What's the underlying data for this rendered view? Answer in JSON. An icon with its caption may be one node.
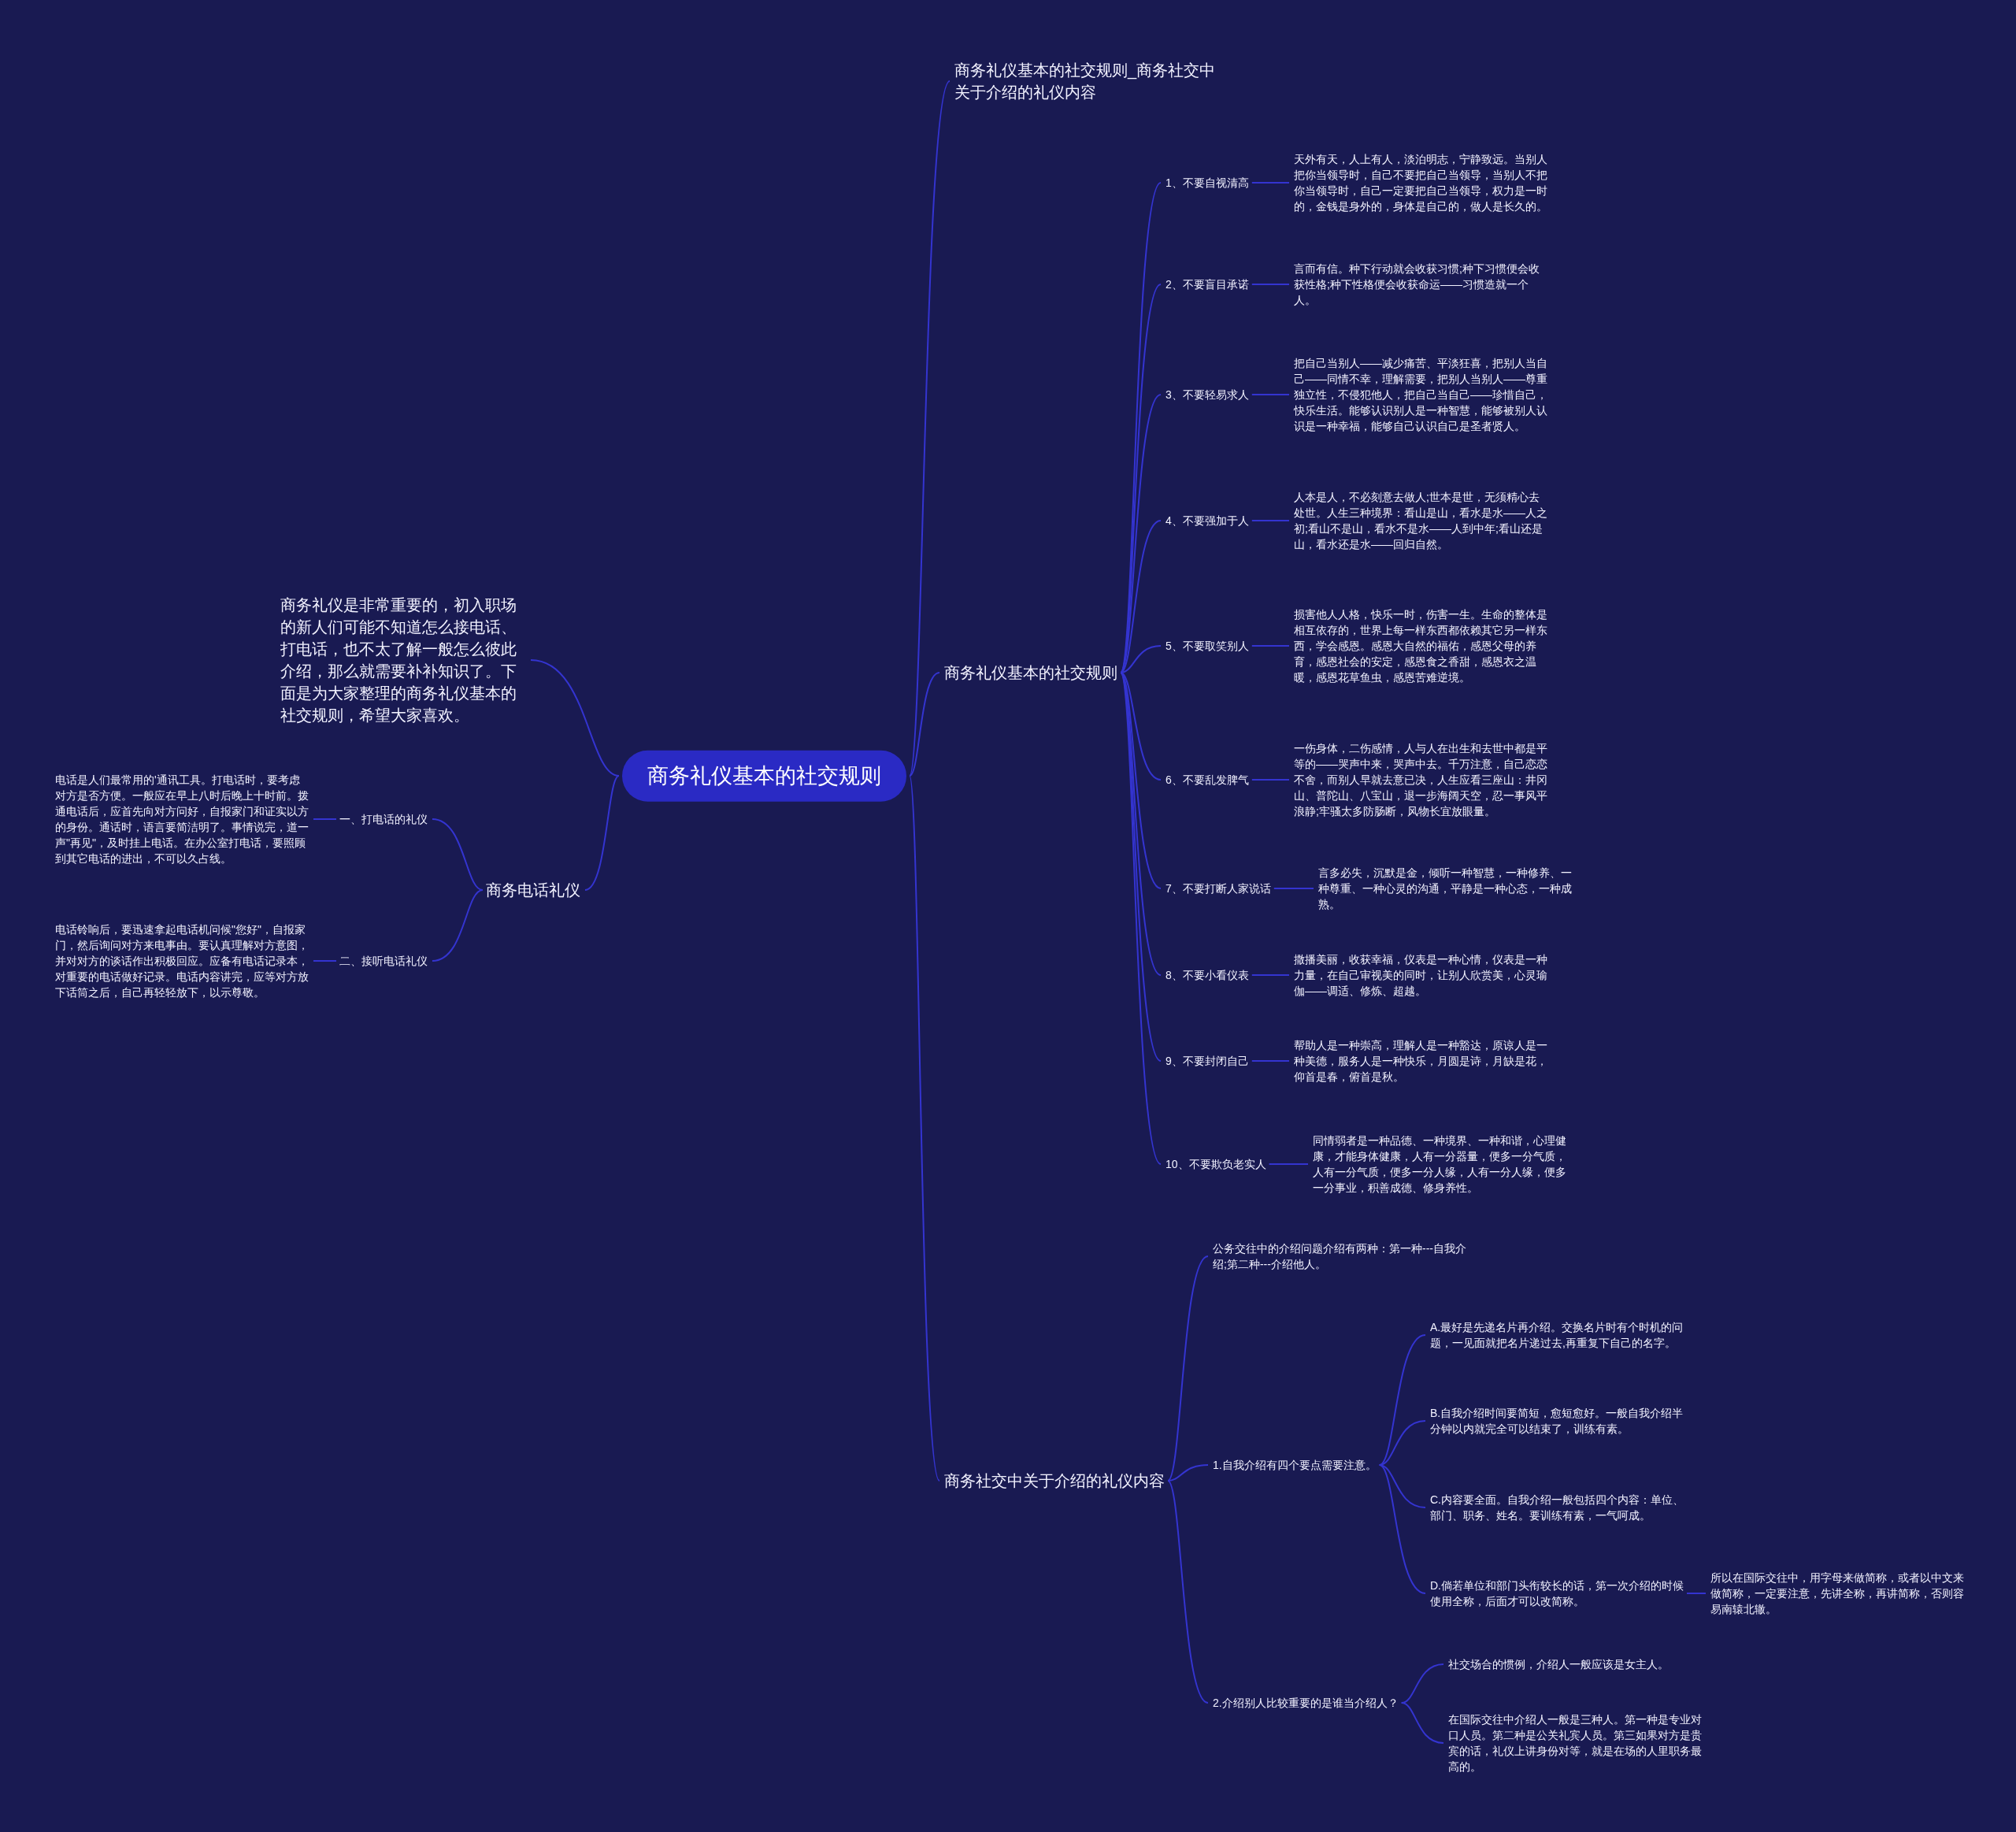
{
  "diagram": {
    "nodes": [
      {
        "text": [
          "商务礼仪基本的社交规则"
        ]
      },
      {
        "text": [
          "商务礼仪基本的社交规则_商务社交中关于介绍的礼仪内容"
        ]
      },
      {
        "text": [
          "商务礼仪是非常重要的，初入职场的新人们可能不知道怎么接电话、打电话，也不太了解一般怎么彼此介绍，那么就需要补补知识了。下面是为大家整理的商务礼仪基本的社交规则，希望大家喜欢。"
        ]
      },
      {
        "text": [
          "商务礼仪基本的社交规则"
        ]
      },
      {
        "text": [
          "1、不要自视清高"
        ]
      },
      {
        "text": [
          "天外有天，人上有人，淡泊明志，宁静致远。当别人把你当领导时，自己不要把自己当领导，当别人不把你当领导时，自己一定要把自己当领导，权力是一时的，金钱是身外的，身体是自己的，做人是长久的。"
        ]
      },
      {
        "text": [
          "2、不要盲目承诺"
        ]
      },
      {
        "text": [
          "言而有信。种下行动就会收获习惯;种下习惯便会收获性格;种下性格便会收获命运——习惯造就一个人。"
        ]
      },
      {
        "text": [
          "3、不要轻易求人"
        ]
      },
      {
        "text": [
          "把自己当别人——减少痛苦、平淡狂喜，把别人当自己——同情不幸，理解需要，把别人当别人——尊重独立性，不侵犯他人，把自己当自己——珍惜自己，快乐生活。能够认识别人是一种智慧，能够被别人认识是一种幸福，能够自己认识自己是圣者贤人。"
        ]
      },
      {
        "text": [
          "4、不要强加于人"
        ]
      },
      {
        "text": [
          "人本是人，不必刻意去做人;世本是世，无须精心去处世。人生三种境界：看山是山，看水是水——人之初;看山不是山，看水不是水——人到中年;看山还是山，看水还是水——回归自然。"
        ]
      },
      {
        "text": [
          "5、不要取笑别人"
        ]
      },
      {
        "text": [
          "损害他人人格，快乐一时，伤害一生。生命的整体是相互依存的，世界上每一样东西都依赖其它另一样东西，学会感恩。感恩大自然的福佑，感恩父母的养育，感恩社会的安定，感恩食之香甜，感恩衣之温暖，感恩花草鱼虫，感恩苦难逆境。"
        ]
      },
      {
        "text": [
          "6、不要乱发脾气"
        ]
      },
      {
        "text": [
          "一伤身体，二伤感情，人与人在出生和去世中都是平等的——哭声中来，哭声中去。千万注意，自己恋恋不舍，而别人早就去意已决，人生应看三座山：井冈山、普陀山、八宝山，退一步海阔天空，忍一事风平浪静;牢骚太多防肠断，风物长宜放眼量。"
        ]
      },
      {
        "text": [
          "7、不要打断人家说话"
        ]
      },
      {
        "text": [
          "言多必失，沉默是金，倾听一种智慧，一种修养、一种尊重、一种心灵的沟通，平静是一种心态，一种成熟。"
        ]
      },
      {
        "text": [
          "8、不要小看仪表"
        ]
      },
      {
        "text": [
          "撒播美丽，收获幸福，仪表是一种心情，仪表是一种力量，在自己审视美的同时，让别人欣赏美，心灵瑜伽——调适、修炼、超越。"
        ]
      },
      {
        "text": [
          "9、不要封闭自己"
        ]
      },
      {
        "text": [
          "帮助人是一种崇高，理解人是一种豁达，原谅人是一种美德，服务人是一种快乐，月圆是诗，月缺是花，仰首是春，俯首是秋。"
        ]
      },
      {
        "text": [
          "10、不要欺负老实人"
        ]
      },
      {
        "text": [
          "同情弱者是一种品德、一种境界、一种和谐，心理健康，才能身体健康，人有一分器量，便多一分气质，人有一分气质，便多一分人缘，人有一分人缘，便多一分事业，积善成德、修身养性。"
        ]
      },
      {
        "text": [
          "商务电话礼仪"
        ]
      },
      {
        "text": [
          "一、打电话的礼仪"
        ]
      },
      {
        "text": [
          "电话是人们最常用的'通讯工具。打电话时，要考虑对方是否方便。一般应在早上八时后晚上十时前。拨通电话后，应首先向对方问好，自报家门和证实以方的身份。通话时，语言要简洁明了。事情说完，道一声\"再见\"，及时挂上电话。在办公室打电话，要照顾到其它电话的进出，不可以久占线。"
        ]
      },
      {
        "text": [
          "二、接听电话礼仪"
        ]
      },
      {
        "text": [
          "电话铃响后，要迅速拿起电话机问候\"您好\"，自报家门，然后询问对方来电事由。要认真理解对方意图，并对对方的谈话作出积极回应。应备有电话记录本，对重要的电话做好记录。电话内容讲完，应等对方放下话筒之后，自己再轻轻放下，以示尊敬。"
        ]
      },
      {
        "text": [
          "商务社交中关于介绍的礼仪内容"
        ]
      },
      {
        "text": [
          "公务交往中的介绍问题介绍有两种：第一种---自我介绍;第二种---介绍他人。"
        ]
      },
      {
        "text": [
          "1.自我介绍有四个要点需要注意。"
        ]
      },
      {
        "text": [
          "A.最好是先递名片再介绍。交换名片时有个时机的问题，一见面就把名片递过去,再重复下自己的名字。"
        ]
      },
      {
        "text": [
          "B.自我介绍时间要简短，愈短愈好。一般自我介绍半分钟以内就完全可以结束了，训练有素。"
        ]
      },
      {
        "text": [
          "C.内容要全面。自我介绍一般包括四个内容：单位、部门、职务、姓名。要训练有素，一气呵成。"
        ]
      },
      {
        "text": [
          "D.倘若单位和部门头衔较长的话，第一次介绍的时候使用全称，后面才可以改简称。"
        ]
      },
      {
        "text": [
          "所以在国际交往中，用字母来做简称，或者以中文来做简称，一定要注意，先讲全称，再讲简称，否则容易南辕北辙。"
        ]
      },
      {
        "text": [
          "2.介绍别人比较重要的是谁当介绍人？"
        ]
      },
      {
        "text": [
          "社交场合的惯例，介绍人一般应该是女主人。"
        ]
      },
      {
        "text": [
          "在国际交往中介绍人一般是三种人。第一种是专业对口人员。第二种是公关礼宾人员。第三如果对方是贵宾的话，礼仪上讲身份对等，就是在场的人里职务最高的。"
        ]
      }
    ],
    "edges": [
      {
        "from": 0,
        "to": 1,
        "arrow": "none"
      },
      {
        "from": 0,
        "to": 2,
        "arrow": "none"
      },
      {
        "from": 0,
        "to": 3,
        "arrow": "none"
      },
      {
        "from": 3,
        "to": 4,
        "arrow": "none"
      },
      {
        "from": 4,
        "to": 5,
        "arrow": "none"
      },
      {
        "from": 3,
        "to": 6,
        "arrow": "none"
      },
      {
        "from": 6,
        "to": 7,
        "arrow": "none"
      },
      {
        "from": 3,
        "to": 8,
        "arrow": "none"
      },
      {
        "from": 8,
        "to": 9,
        "arrow": "none"
      },
      {
        "from": 3,
        "to": 10,
        "arrow": "none"
      },
      {
        "from": 10,
        "to": 11,
        "arrow": "none"
      },
      {
        "from": 3,
        "to": 12,
        "arrow": "none"
      },
      {
        "from": 12,
        "to": 13,
        "arrow": "none"
      },
      {
        "from": 3,
        "to": 14,
        "arrow": "none"
      },
      {
        "from": 14,
        "to": 15,
        "arrow": "none"
      },
      {
        "from": 3,
        "to": 16,
        "arrow": "none"
      },
      {
        "from": 16,
        "to": 17,
        "arrow": "none"
      },
      {
        "from": 3,
        "to": 18,
        "arrow": "none"
      },
      {
        "from": 18,
        "to": 19,
        "arrow": "none"
      },
      {
        "from": 3,
        "to": 20,
        "arrow": "none"
      },
      {
        "from": 20,
        "to": 21,
        "arrow": "none"
      },
      {
        "from": 3,
        "to": 22,
        "arrow": "none"
      },
      {
        "from": 22,
        "to": 23,
        "arrow": "none"
      },
      {
        "from": 0,
        "to": 24,
        "arrow": "none"
      },
      {
        "from": 24,
        "to": 25,
        "arrow": "none"
      },
      {
        "from": 25,
        "to": 26,
        "arrow": "none"
      },
      {
        "from": 24,
        "to": 27,
        "arrow": "none"
      },
      {
        "from": 27,
        "to": 28,
        "arrow": "none"
      },
      {
        "from": 0,
        "to": 29,
        "arrow": "none"
      },
      {
        "from": 29,
        "to": 30,
        "arrow": "none"
      },
      {
        "from": 29,
        "to": 31,
        "arrow": "none"
      },
      {
        "from": 31,
        "to": 32,
        "arrow": "none"
      },
      {
        "from": 31,
        "to": 33,
        "arrow": "none"
      },
      {
        "from": 31,
        "to": 34,
        "arrow": "none"
      },
      {
        "from": 31,
        "to": 35,
        "arrow": "none"
      },
      {
        "from": 35,
        "to": 36,
        "arrow": "none"
      },
      {
        "from": 29,
        "to": 37,
        "arrow": "none"
      },
      {
        "from": 37,
        "to": 38,
        "arrow": "none"
      },
      {
        "from": 37,
        "to": 39,
        "arrow": "none"
      }
    ]
  }
}
